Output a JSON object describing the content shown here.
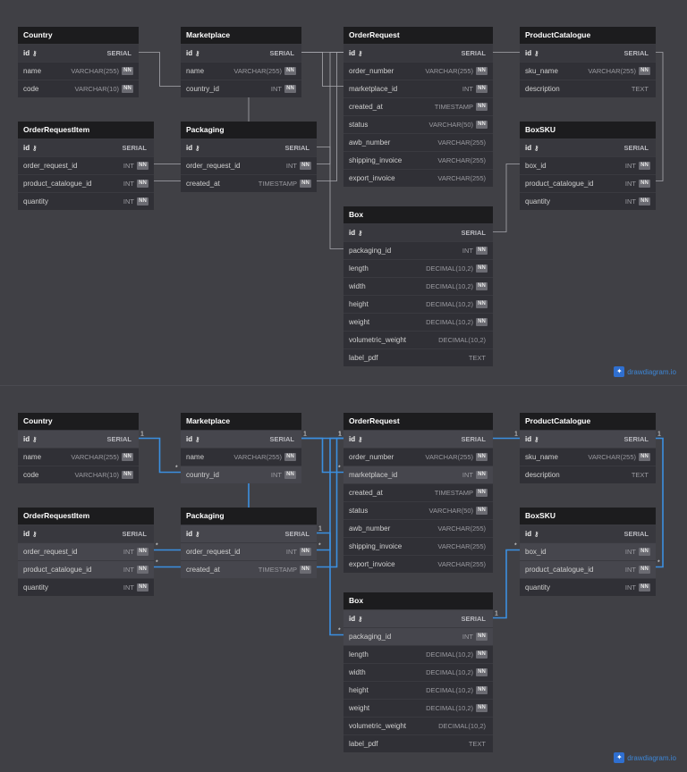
{
  "tables": {
    "country": {
      "title": "Country",
      "rows": [
        {
          "name": "id",
          "type": "SERIAL",
          "pk": true,
          "nn": false
        },
        {
          "name": "name",
          "type": "VARCHAR(255)",
          "pk": false,
          "nn": true
        },
        {
          "name": "code",
          "type": "VARCHAR(10)",
          "pk": false,
          "nn": true
        }
      ]
    },
    "marketplace": {
      "title": "Marketplace",
      "rows": [
        {
          "name": "id",
          "type": "SERIAL",
          "pk": true,
          "nn": false
        },
        {
          "name": "name",
          "type": "VARCHAR(255)",
          "pk": false,
          "nn": true
        },
        {
          "name": "country_id",
          "type": "INT",
          "pk": false,
          "nn": true
        }
      ]
    },
    "order_request": {
      "title": "OrderRequest",
      "rows": [
        {
          "name": "id",
          "type": "SERIAL",
          "pk": true,
          "nn": false
        },
        {
          "name": "order_number",
          "type": "VARCHAR(255)",
          "pk": false,
          "nn": true
        },
        {
          "name": "marketplace_id",
          "type": "INT",
          "pk": false,
          "nn": true
        },
        {
          "name": "created_at",
          "type": "TIMESTAMP",
          "pk": false,
          "nn": true
        },
        {
          "name": "status",
          "type": "VARCHAR(50)",
          "pk": false,
          "nn": true
        },
        {
          "name": "awb_number",
          "type": "VARCHAR(255)",
          "pk": false,
          "nn": false
        },
        {
          "name": "shipping_invoice",
          "type": "VARCHAR(255)",
          "pk": false,
          "nn": false
        },
        {
          "name": "export_invoice",
          "type": "VARCHAR(255)",
          "pk": false,
          "nn": false
        }
      ]
    },
    "product_catalogue": {
      "title": "ProductCatalogue",
      "rows": [
        {
          "name": "id",
          "type": "SERIAL",
          "pk": true,
          "nn": false
        },
        {
          "name": "sku_name",
          "type": "VARCHAR(255)",
          "pk": false,
          "nn": true
        },
        {
          "name": "description",
          "type": "TEXT",
          "pk": false,
          "nn": false
        }
      ]
    },
    "order_request_item": {
      "title": "OrderRequestItem",
      "rows": [
        {
          "name": "id",
          "type": "SERIAL",
          "pk": true,
          "nn": false
        },
        {
          "name": "order_request_id",
          "type": "INT",
          "pk": false,
          "nn": true
        },
        {
          "name": "product_catalogue_id",
          "type": "INT",
          "pk": false,
          "nn": true
        },
        {
          "name": "quantity",
          "type": "INT",
          "pk": false,
          "nn": true
        }
      ]
    },
    "packaging": {
      "title": "Packaging",
      "rows": [
        {
          "name": "id",
          "type": "SERIAL",
          "pk": true,
          "nn": false
        },
        {
          "name": "order_request_id",
          "type": "INT",
          "pk": false,
          "nn": true
        },
        {
          "name": "created_at",
          "type": "TIMESTAMP",
          "pk": false,
          "nn": true
        }
      ]
    },
    "box_sku": {
      "title": "BoxSKU",
      "rows": [
        {
          "name": "id",
          "type": "SERIAL",
          "pk": true,
          "nn": false
        },
        {
          "name": "box_id",
          "type": "INT",
          "pk": false,
          "nn": true
        },
        {
          "name": "product_catalogue_id",
          "type": "INT",
          "pk": false,
          "nn": true
        },
        {
          "name": "quantity",
          "type": "INT",
          "pk": false,
          "nn": true
        }
      ]
    },
    "box": {
      "title": "Box",
      "rows": [
        {
          "name": "id",
          "type": "SERIAL",
          "pk": true,
          "nn": false
        },
        {
          "name": "packaging_id",
          "type": "INT",
          "pk": false,
          "nn": true
        },
        {
          "name": "length",
          "type": "DECIMAL(10,2)",
          "pk": false,
          "nn": true
        },
        {
          "name": "width",
          "type": "DECIMAL(10,2)",
          "pk": false,
          "nn": true
        },
        {
          "name": "height",
          "type": "DECIMAL(10,2)",
          "pk": false,
          "nn": true
        },
        {
          "name": "weight",
          "type": "DECIMAL(10,2)",
          "pk": false,
          "nn": true
        },
        {
          "name": "volumetric_weight",
          "type": "DECIMAL(10,2)",
          "pk": false,
          "nn": false
        },
        {
          "name": "label_pdf",
          "type": "TEXT",
          "pk": false,
          "nn": false
        }
      ]
    }
  },
  "badges": {
    "nn": "NN"
  },
  "cardinality": {
    "one": "1",
    "many": "*"
  },
  "brand": {
    "name": "drawdiagram.io"
  },
  "colors": {
    "highlight_link": "#3b8fe0",
    "link": "#a8a8ae",
    "background": "#404045",
    "table_header": "#1c1c1e"
  },
  "icons": {
    "primary_key": "key-icon",
    "brand_logo": "share-icon"
  },
  "highlighted_rows": {
    "country": [
      0
    ],
    "marketplace": [
      0,
      2
    ],
    "order_request": [
      0,
      2
    ],
    "product_catalogue": [
      0
    ],
    "order_request_item": [
      1,
      2
    ],
    "packaging": [
      0,
      1,
      2
    ],
    "box_sku": [
      1,
      2
    ],
    "box": [
      0,
      1
    ]
  }
}
